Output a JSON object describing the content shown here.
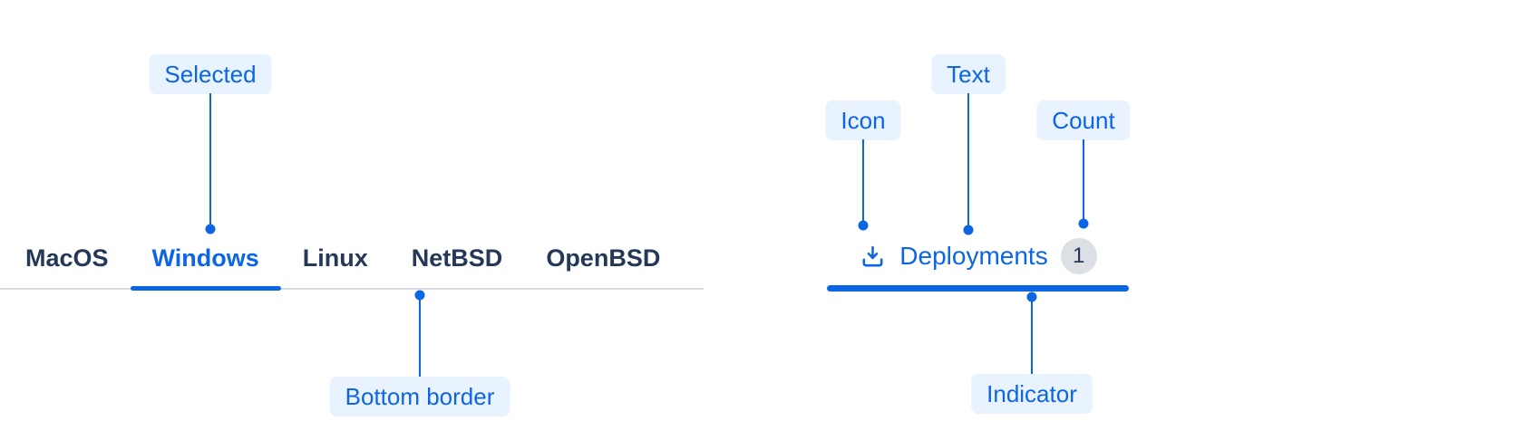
{
  "colors": {
    "accent_blue": "#0C66E4",
    "callout_label_bg": "#E9F2FF",
    "tab_text": "#253858",
    "tabbar_border": "#D8DBE0",
    "count_badge_bg": "#DCDFE4"
  },
  "annotations": {
    "selected": "Selected",
    "bottom_border": "Bottom border",
    "icon": "Icon",
    "text": "Text",
    "count": "Count",
    "indicator": "Indicator"
  },
  "tabs": {
    "items": [
      {
        "label": "MacOS",
        "selected": false
      },
      {
        "label": "Windows",
        "selected": true
      },
      {
        "label": "Linux",
        "selected": false
      },
      {
        "label": "NetBSD",
        "selected": false
      },
      {
        "label": "OpenBSD",
        "selected": false
      }
    ]
  },
  "example_tab": {
    "icon": "download-icon",
    "label": "Deployments",
    "count": "1"
  }
}
